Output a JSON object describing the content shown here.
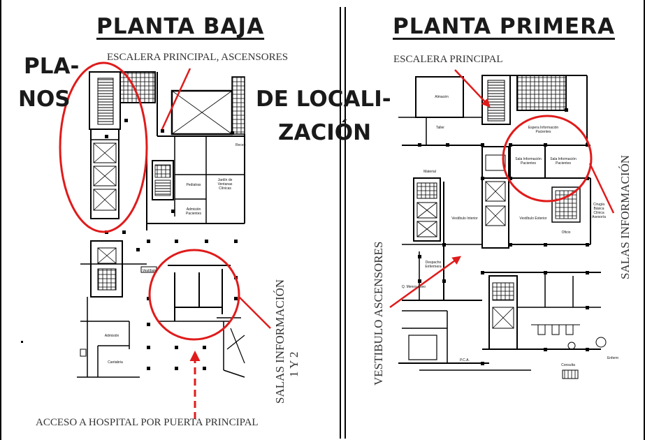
{
  "title_lines": {
    "part1": "PLA-",
    "part2": "NOS",
    "part3": "DE LOCALI-",
    "part4": "ZACIÓN"
  },
  "left_panel": {
    "heading": "PLANTA BAJA",
    "label_stairs": "ESCALERA PRINCIPAL, ASCENSORES",
    "label_rooms_line1": "SALAS INFORMACIÓN",
    "label_rooms_line2": "1 Y 2",
    "label_access": "ACCESO A HOSPITAL POR PUERTA PRINCIPAL",
    "room_labels": {
      "r1": "Recep",
      "r2": "Pediatras",
      "r3": "Jardín de Ventanas Clínicas",
      "r4": "Admisión Pacientes",
      "r5": "Admisión",
      "r6": "Vestíbulo",
      "r7": "Cantabria"
    }
  },
  "right_panel": {
    "heading": "PLANTA PRIMERA",
    "label_stairs": "ESCALERA PRINCIPAL",
    "label_rooms": "SALAS INFORMACIÓN",
    "label_vestibule": "VESTIBULO ASCENSORES",
    "room_labels": {
      "r1": "Almacén",
      "r2": "Taller",
      "r3": "Material",
      "r4": "Espera Información Pacientes",
      "r5": "Sala Información Pacientes",
      "r6": "Sala Información Pacientes",
      "r7": "Vestíbulo Exterior",
      "r8": "Vestíbulo Interior",
      "r9": "Despacho Enfermera",
      "r10": "Q. Menos Aseo",
      "r11": "Oficio",
      "r12": "Cirugía Básica Clínica Asesoría",
      "r13": "P.C.A.",
      "r14": "Consulta",
      "r15": "Enferm"
    }
  },
  "colors": {
    "annotation": "#e01b1b",
    "lines": "#000000"
  }
}
